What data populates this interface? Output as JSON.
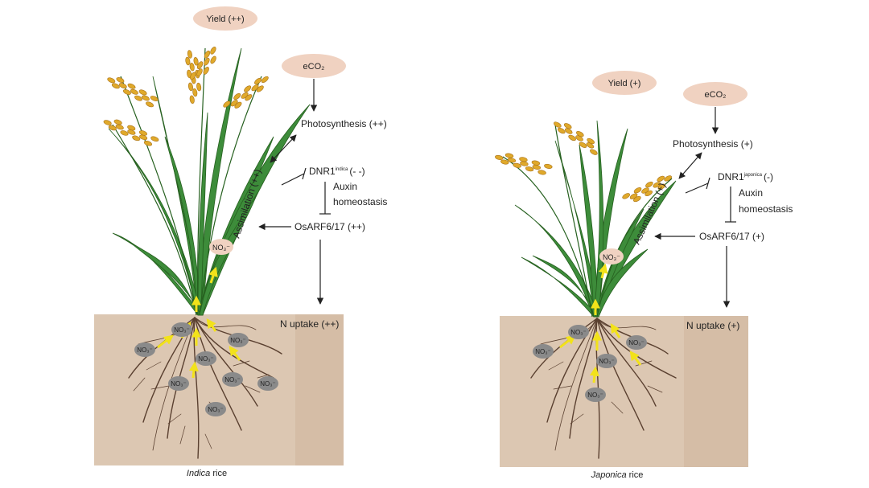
{
  "panels": {
    "left": {
      "yield": "Yield (++)",
      "eco2": "eCO₂",
      "photosynthesis": "Photosynthesis (++)",
      "dnr1": "DNR1",
      "dnr1_sup": "indica",
      "dnr1_effect": "(- -)",
      "auxin_line1": "Auxin",
      "auxin_line2": "homeostasis",
      "osarf": "OsARF6/17 (++)",
      "assimilation": "Assimilation (++)",
      "n_uptake": "N uptake (++)",
      "caption_italic": "Indica",
      "caption_rest": " rice"
    },
    "right": {
      "yield": "Yield (+)",
      "eco2": "eCO₂",
      "photosynthesis": "Photosynthesis (+)",
      "dnr1": "DNR1",
      "dnr1_sup": "japonica",
      "dnr1_effect": "(-)",
      "auxin_line1": "Auxin",
      "auxin_line2": "homeostasis",
      "osarf": "OsARF6/17 (+)",
      "assimilation": "Assimilation (+)",
      "n_uptake": "N uptake (+)",
      "caption_italic": "Japonica",
      "caption_rest": " rice"
    }
  },
  "nitrate_label": "NO₃⁻",
  "colors": {
    "soil": "#dcc7b2",
    "soil_side": "#d5bda6",
    "leaf": "#3d8c3a",
    "leaf_dark": "#26601f",
    "grain": "#e0a92b",
    "bubble": "#f0d2c1",
    "ion": "#8a8a8a",
    "arrow_yellow": "#f2e21a",
    "root": "#5a4030"
  }
}
